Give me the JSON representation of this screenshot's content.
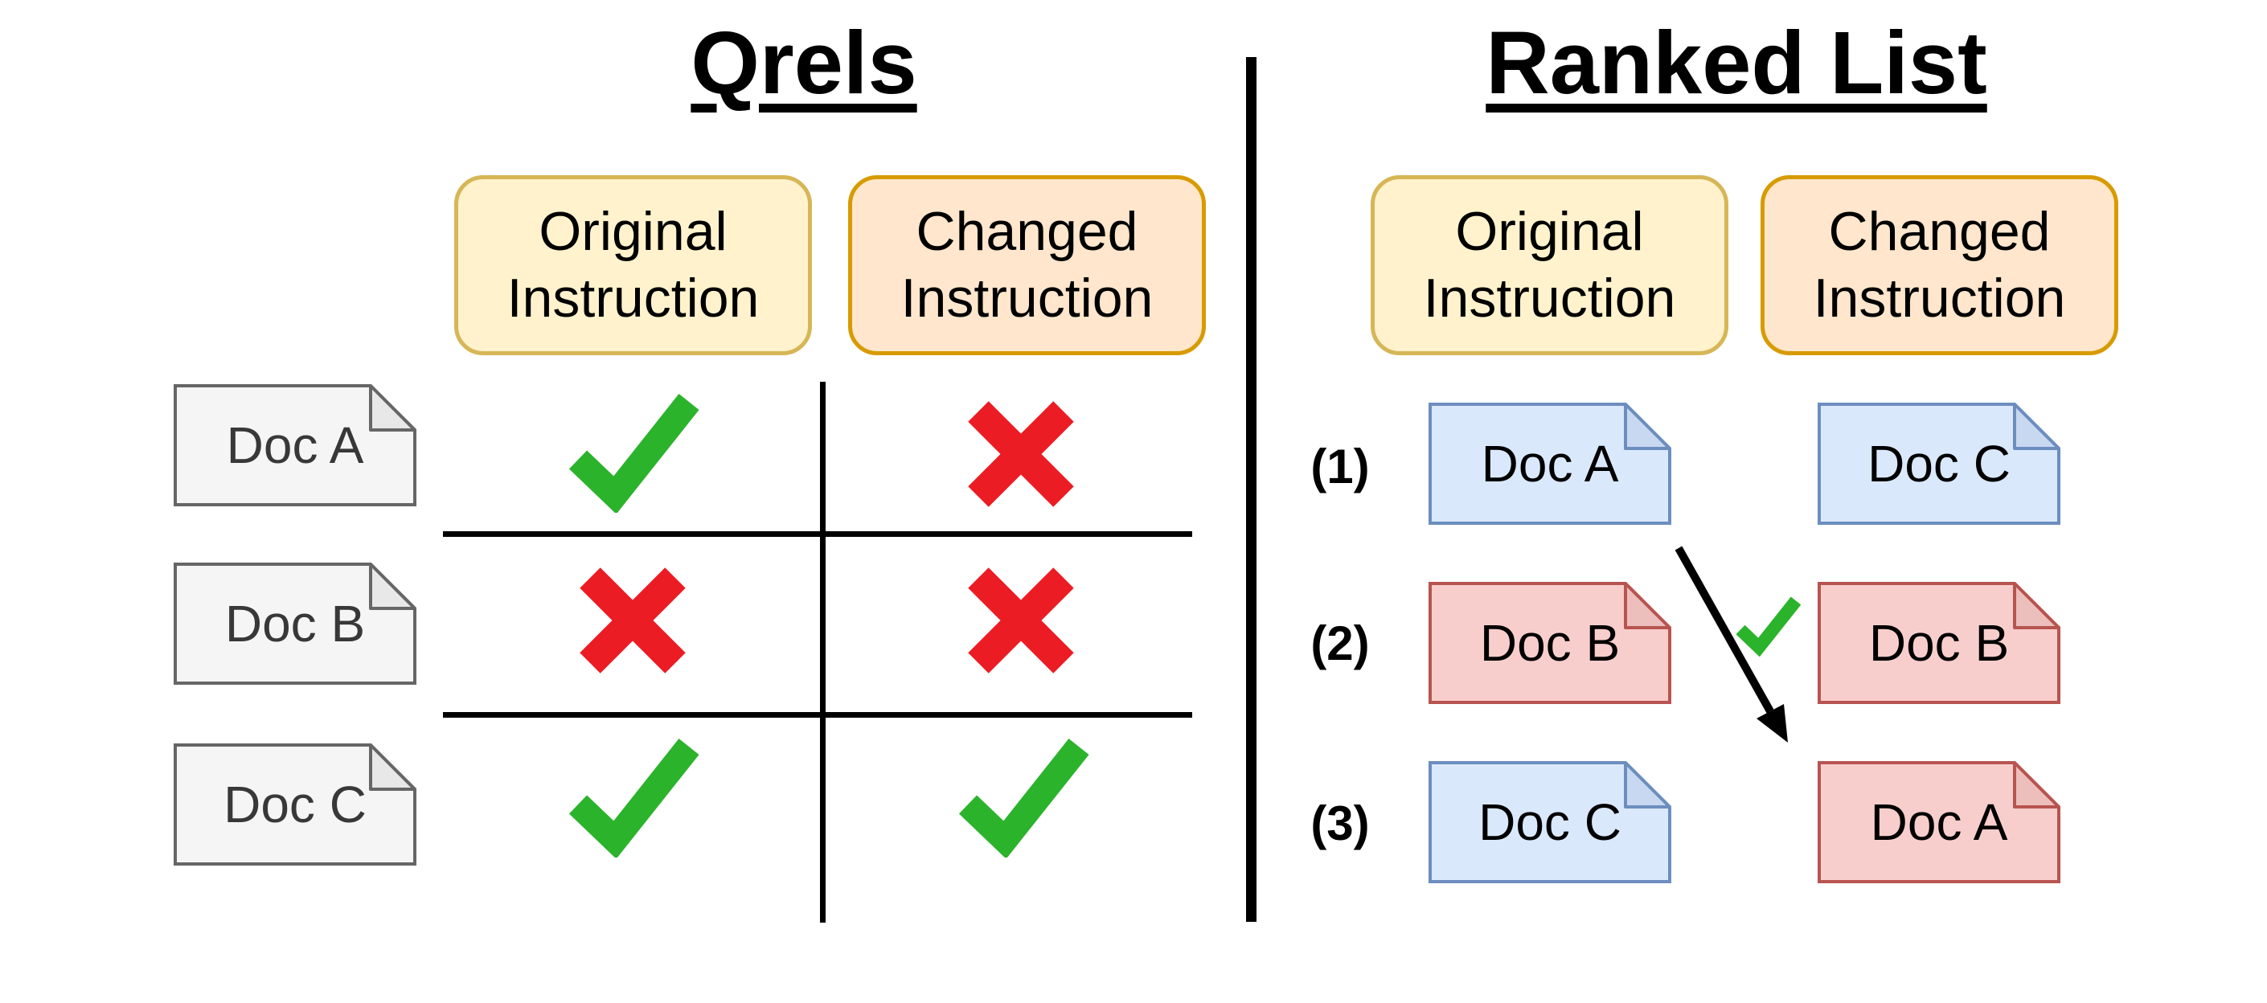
{
  "diagram": {
    "left_panel": {
      "title": "Qrels",
      "columns": [
        {
          "label": "Original Instruction",
          "variant": "yellow"
        },
        {
          "label": "Changed Instruction",
          "variant": "orange"
        }
      ],
      "rows": [
        {
          "doc": "Doc A",
          "variant": "gray",
          "original_mark": "check",
          "changed_mark": "cross"
        },
        {
          "doc": "Doc B",
          "variant": "gray",
          "original_mark": "cross",
          "changed_mark": "cross"
        },
        {
          "doc": "Doc C",
          "variant": "gray",
          "original_mark": "check",
          "changed_mark": "check"
        }
      ]
    },
    "right_panel": {
      "title": "Ranked List",
      "columns": [
        {
          "label": "Original Instruction",
          "variant": "yellow"
        },
        {
          "label": "Changed Instruction",
          "variant": "orange"
        }
      ],
      "rows": [
        {
          "rank": "(1)",
          "original": {
            "doc": "Doc A",
            "variant": "blue"
          },
          "changed": {
            "doc": "Doc C",
            "variant": "blue"
          }
        },
        {
          "rank": "(2)",
          "original": {
            "doc": "Doc B",
            "variant": "red"
          },
          "changed": {
            "doc": "Doc B",
            "variant": "red"
          }
        },
        {
          "rank": "(3)",
          "original": {
            "doc": "Doc C",
            "variant": "blue"
          },
          "changed": {
            "doc": "Doc A",
            "variant": "red"
          }
        }
      ],
      "annotation_mark": "check"
    }
  },
  "colors": {
    "header_yellow_fill": "#FFF2CC",
    "header_yellow_stroke": "#D6B656",
    "header_orange_fill": "#FFE6CC",
    "header_orange_stroke": "#D79B00",
    "doc_gray_fill": "#F5F5F5",
    "doc_gray_stroke": "#666666",
    "doc_blue_fill": "#DAE8FC",
    "doc_blue_stroke": "#6C8EBF",
    "doc_red_fill": "#F8CECC",
    "doc_red_stroke": "#B85450",
    "check_green": "#2BB32B",
    "cross_red": "#EC1C24",
    "line_black": "#000000"
  }
}
